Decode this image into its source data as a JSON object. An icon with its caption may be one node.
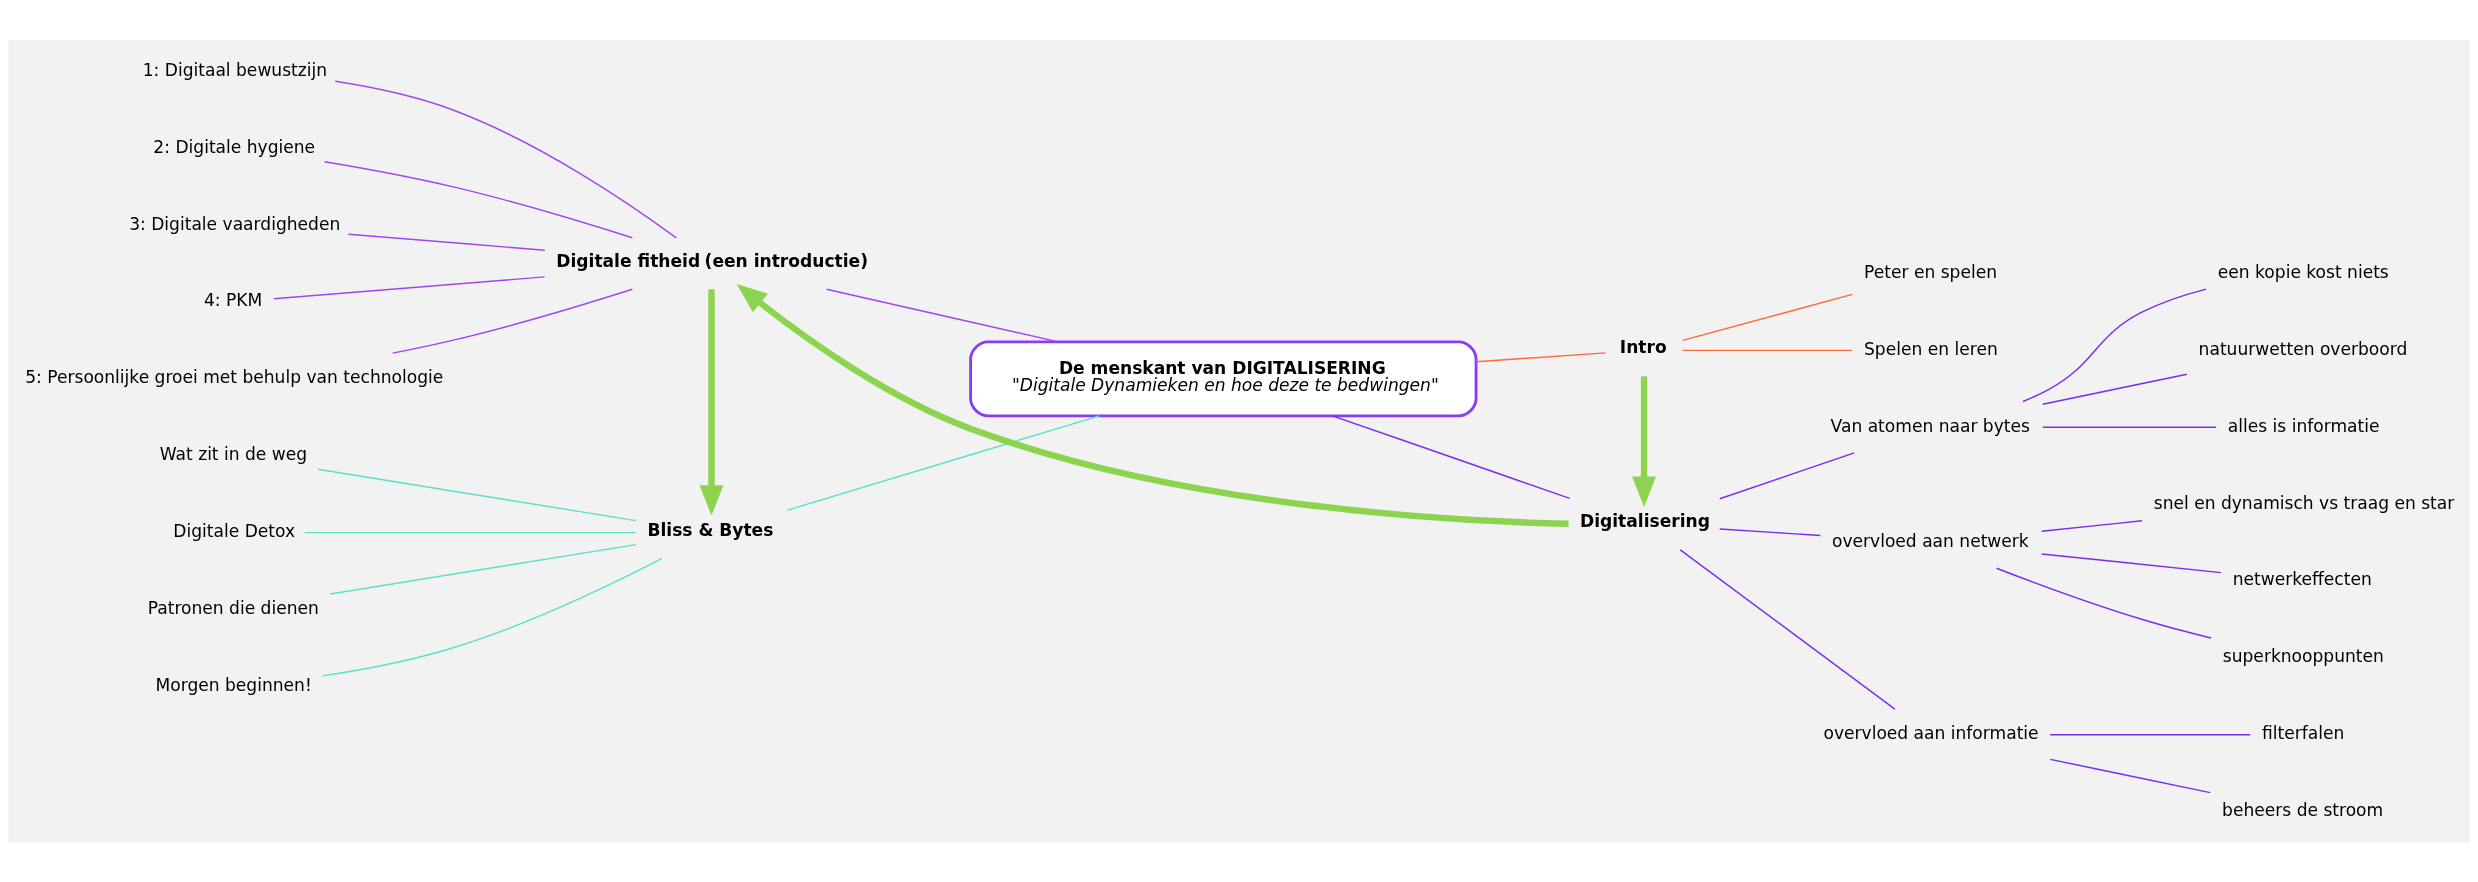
{
  "diagram": {
    "nodes": [
      {
        "text": [
          "De menskant van DIGITALISERING",
          "\"Digitale Dynamieken en hoe deze te bedwingen\""
        ]
      },
      {
        "text": [
          "Bliss & Bytes"
        ]
      },
      {
        "text": [
          "Wat zit in de weg"
        ]
      },
      {
        "text": [
          "Digitale Detox"
        ]
      },
      {
        "text": [
          "Patronen die dienen"
        ]
      },
      {
        "text": [
          "Morgen beginnen!"
        ]
      },
      {
        "text": [
          "**Digitale fitheid** (een introductie)"
        ]
      },
      {
        "text": [
          "1: Digitaal bewustzijn"
        ]
      },
      {
        "text": [
          "2: Digitale hygiene"
        ]
      },
      {
        "text": [
          "3: Digitale vaardigheden"
        ]
      },
      {
        "text": [
          "4: PKM"
        ]
      },
      {
        "text": [
          "5: Persoonlijke groei met behulp van technologie"
        ]
      },
      {
        "text": [
          "Intro"
        ]
      },
      {
        "text": [
          "Peter en spelen"
        ]
      },
      {
        "text": [
          "Spelen en leren"
        ]
      },
      {
        "text": [
          "Digitalisering"
        ]
      },
      {
        "text": [
          "Van atomen naar bytes"
        ]
      },
      {
        "text": [
          "een kopie kost niets"
        ]
      },
      {
        "text": [
          "natuurwetten overboord"
        ]
      },
      {
        "text": [
          "alles is informatie"
        ]
      },
      {
        "text": [
          "overvloed aan netwerk"
        ]
      },
      {
        "text": [
          "snel en dynamisch vs traag en star"
        ]
      },
      {
        "text": [
          "netwerkeffecten"
        ]
      },
      {
        "text": [
          "superknooppunten"
        ]
      },
      {
        "text": [
          "overvloed aan informatie"
        ]
      },
      {
        "text": [
          "filterfalen"
        ]
      },
      {
        "text": [
          "beheers de stroom"
        ]
      }
    ],
    "edges": [
      {
        "from": 1,
        "to": 0,
        "arrow": "none",
        "color": "#5ce0c8"
      },
      {
        "from": 2,
        "to": 1,
        "arrow": "none",
        "color": "#5ce0c8"
      },
      {
        "from": 3,
        "to": 1,
        "arrow": "none",
        "color": "#5ce0c8"
      },
      {
        "from": 4,
        "to": 1,
        "arrow": "none",
        "color": "#5ce0c8"
      },
      {
        "from": 5,
        "to": 1,
        "arrow": "none",
        "color": "#5ce0c8"
      },
      {
        "from": 6,
        "to": 0,
        "arrow": "none",
        "color": "#a444f0"
      },
      {
        "from": 7,
        "to": 6,
        "arrow": "none",
        "color": "#a444f0"
      },
      {
        "from": 8,
        "to": 6,
        "arrow": "none",
        "color": "#a444f0"
      },
      {
        "from": 9,
        "to": 6,
        "arrow": "none",
        "color": "#a444f0"
      },
      {
        "from": 10,
        "to": 6,
        "arrow": "none",
        "color": "#a444f0"
      },
      {
        "from": 11,
        "to": 6,
        "arrow": "none",
        "color": "#a444f0"
      },
      {
        "from": 0,
        "to": 12,
        "arrow": "none",
        "color": "#ff6a3d"
      },
      {
        "from": 12,
        "to": 13,
        "arrow": "none",
        "color": "#ff6a3d"
      },
      {
        "from": 12,
        "to": 14,
        "arrow": "none",
        "color": "#ff6a3d"
      },
      {
        "from": 0,
        "to": 15,
        "arrow": "none"
      },
      {
        "from": 15,
        "to": 16,
        "arrow": "none"
      },
      {
        "from": 16,
        "to": 17,
        "arrow": "none"
      },
      {
        "from": 16,
        "to": 18,
        "arrow": "none"
      },
      {
        "from": 16,
        "to": 19,
        "arrow": "none"
      },
      {
        "from": 15,
        "to": 20,
        "arrow": "none"
      },
      {
        "from": 20,
        "to": 21,
        "arrow": "none"
      },
      {
        "from": 20,
        "to": 22,
        "arrow": "none"
      },
      {
        "from": 20,
        "to": 23,
        "arrow": "none"
      },
      {
        "from": 15,
        "to": 24,
        "arrow": "none"
      },
      {
        "from": 24,
        "to": 25,
        "arrow": "none"
      },
      {
        "from": 24,
        "to": 26,
        "arrow": "none"
      },
      {
        "from": 6,
        "to": 1,
        "arrow": "to",
        "style": "thick",
        "color": "#8cd450"
      },
      {
        "from": 12,
        "to": 15,
        "arrow": "to",
        "style": "thick",
        "color": "#8cd450"
      },
      {
        "from": 15,
        "to": 6,
        "arrow": "to",
        "style": "thick",
        "color": "#8cd450"
      }
    ]
  }
}
